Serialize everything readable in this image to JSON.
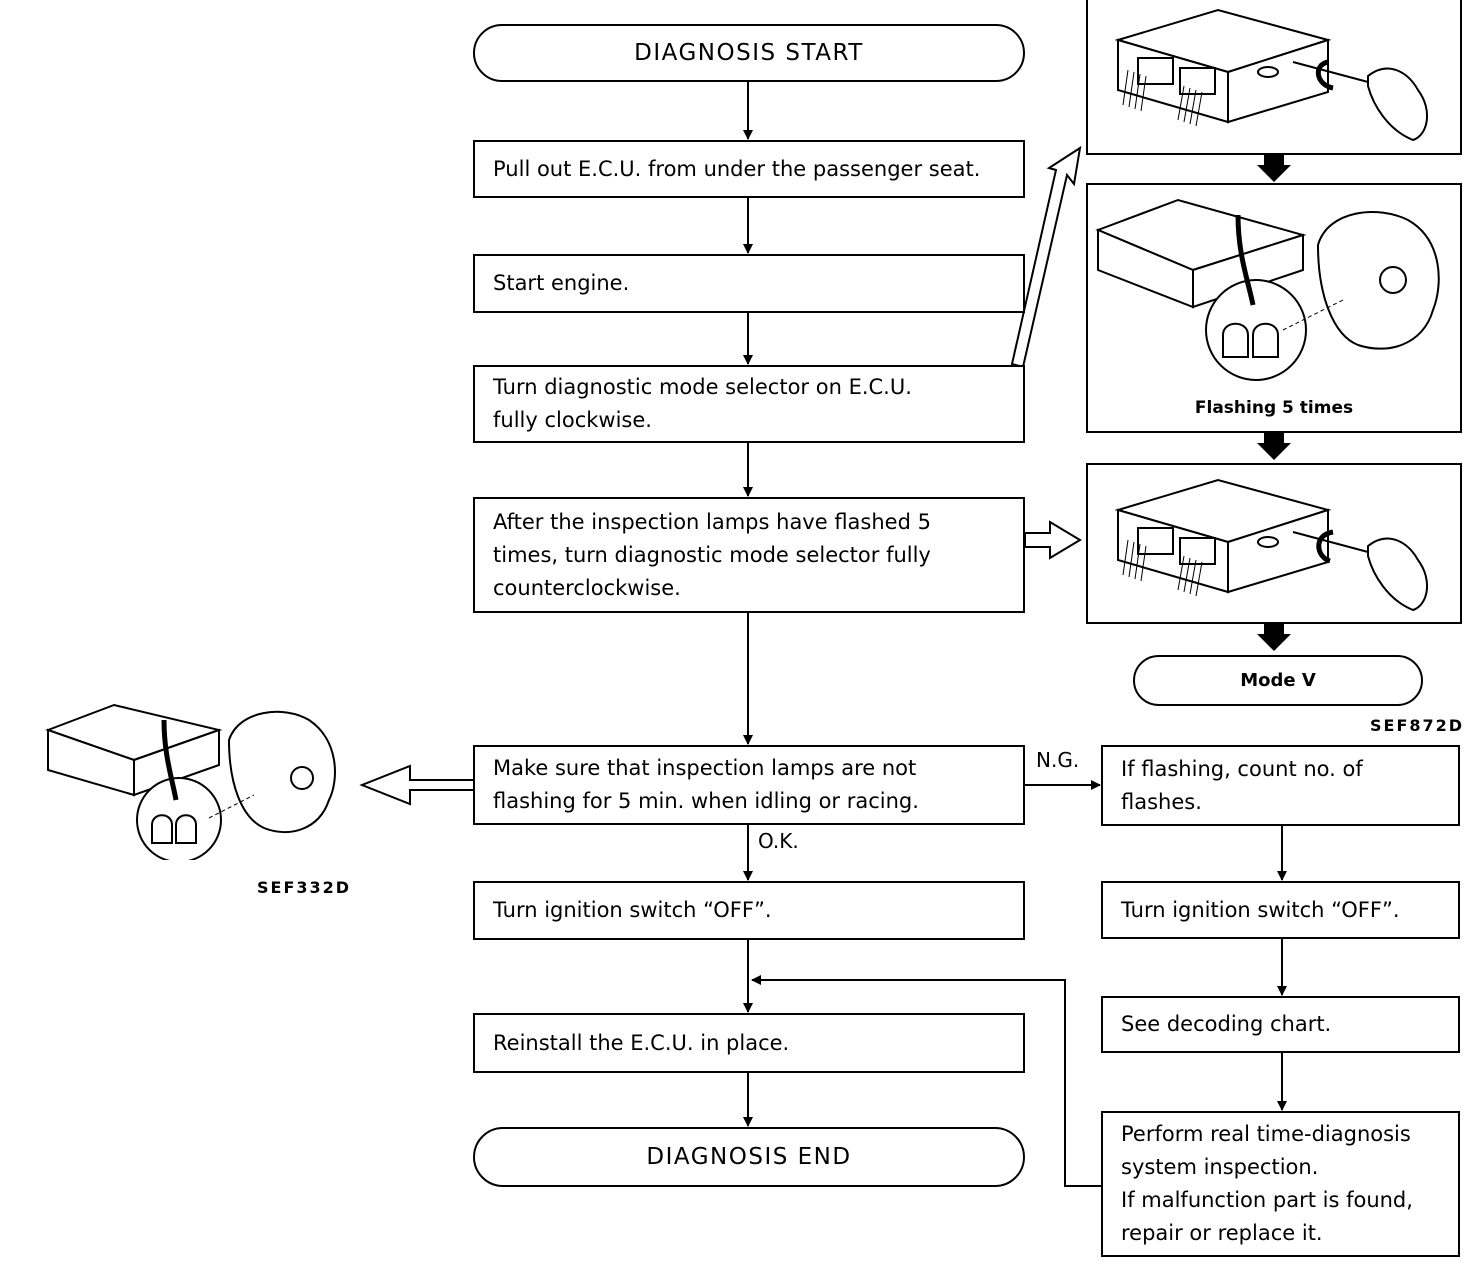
{
  "flow": {
    "start": "DIAGNOSIS START",
    "step1": "Pull out E.C.U. from under the passenger seat.",
    "step2": "Start engine.",
    "step3": "Turn diagnostic mode selector on E.C.U.\nfully clockwise.",
    "step4": "After the inspection lamps have flashed 5\ntimes, turn diagnostic mode selector fully\ncounterclockwise.",
    "step5": "Make sure that inspection lamps are not\nflashing for 5 min. when idling or racing.",
    "step6": "Turn ignition switch “OFF”.",
    "step7": "Reinstall the E.C.U. in place.",
    "end": "DIAGNOSIS END",
    "ng_label": "N.G.",
    "ok_label": "O.K."
  },
  "ng_branch": {
    "step1": "If flashing, count no. of\nflashes.",
    "step2": "Turn ignition switch “OFF”.",
    "step3": "See decoding chart.",
    "step4": "Perform real time-diagnosis\nsystem inspection.\nIf malfunction part is found,\nrepair or replace it."
  },
  "illustration_right": {
    "flash_caption": "Flashing 5 times",
    "mode_label": "Mode V",
    "ref_code": "SEF872D"
  },
  "illustration_left": {
    "ref_code": "SEF332D"
  }
}
